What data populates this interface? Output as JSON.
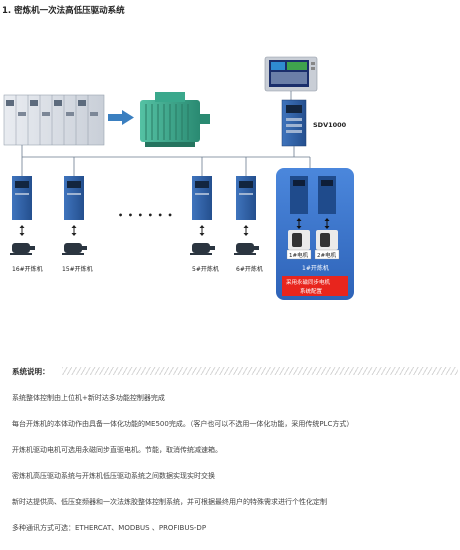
{
  "title": "1. 密炼机一次法高低压驱动系统",
  "diagram": {
    "sdv_label": "SDV1000",
    "ellipsis": "• • • • • •",
    "motor_labels": [
      "16#开炼机",
      "15#开炼机",
      "5#开炼机",
      "6#开炼机"
    ],
    "low_voltage_labels": [
      "1#电机",
      "2#电机",
      "1#开炼机"
    ],
    "red_box_line1": "采用永磁同步电机",
    "red_box_line2": "系统配置"
  },
  "section": {
    "heading": "系统说明："
  },
  "descriptions": [
    "系统整体控制由上位机+新时达多功能控制器完成",
    "每台开炼机的本体动作由具备一体化功能的ME500完成。（客户也可以不选用一体化功能，采用传统PLC方式）",
    "开炼机驱动电机可选用永磁同步直驱电机。节能，取消传统减速箱。",
    "密炼机高压驱动系统与开炼机低压驱动系统之间数据实现实时交换",
    "新时达提供高、低压变频器和一次法炼胶整体控制系统，并可根据最终用户的特殊需求进行个性化定制",
    "多种通讯方式可选：ETHERCAT、MODBUS 、PROFIBUS-DP"
  ],
  "colors": {
    "inverter_blue": "#2f63a8",
    "panel_blue": "#3c78d0",
    "red_box": "#e8251d",
    "arrow_blue": "#3a7fc0",
    "motor_green": "#3aa88c"
  }
}
